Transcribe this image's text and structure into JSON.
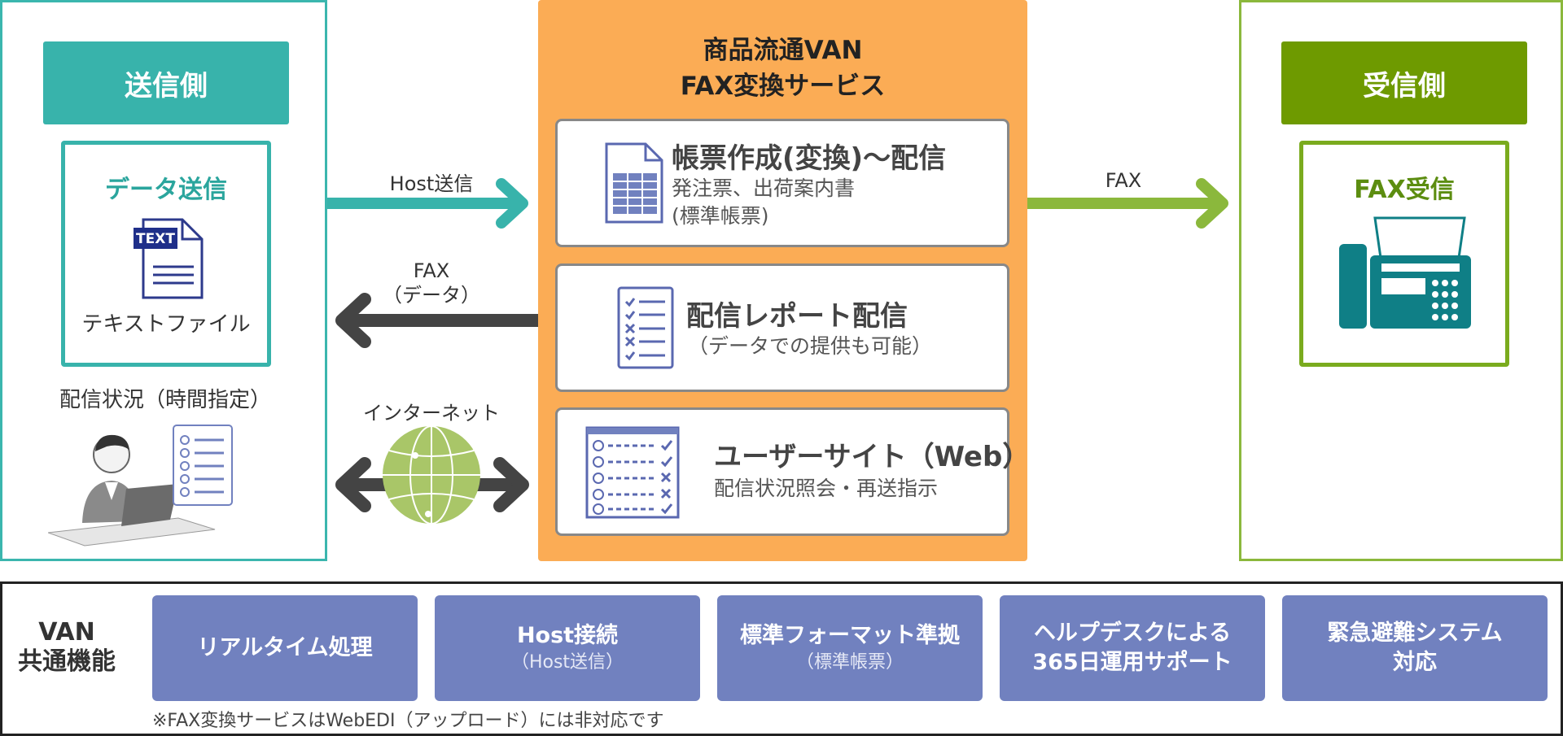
{
  "sender": {
    "title": "送信側",
    "data_send_title": "データ送信",
    "text_badge": "TEXT",
    "text_file_label": "テキストファイル",
    "delivery_status_label": "配信状況（時間指定）"
  },
  "van": {
    "title_line1": "商品流通VAN",
    "title_line2": "FAX変換サービス",
    "services": [
      {
        "title": "帳票作成(変換)〜配信",
        "sub1": "発注票、出荷案内書",
        "sub2": "(標準帳票)"
      },
      {
        "title": "配信レポート配信",
        "sub1": "（データでの提供も可能）"
      },
      {
        "title": "ユーザーサイト（Web）",
        "sub1": "配信状況照会・再送指示"
      }
    ]
  },
  "arrows": {
    "host_send": "Host送信",
    "fax_data_line1": "FAX",
    "fax_data_line2": "（データ）",
    "internet": "インターネット",
    "fax_out": "FAX"
  },
  "receiver": {
    "title": "受信側",
    "fax_recv_title": "FAX受信"
  },
  "common": {
    "label_line1": "VAN",
    "label_line2": "共通機能",
    "features": [
      {
        "main": "リアルタイム処理",
        "sub": ""
      },
      {
        "main": "Host接続",
        "sub": "（Host送信）"
      },
      {
        "main": "標準フォーマット準拠",
        "sub": "（標準帳票）"
      },
      {
        "main": "ヘルプデスクによる",
        "main2": "365日運用サポート"
      },
      {
        "main": "緊急避難システム",
        "main2": "対応"
      }
    ],
    "footnote": "※FAX変換サービスはWebEDI（アップロード）には非対応です"
  },
  "colors": {
    "sender_accent": "#38b3ab",
    "van_orange": "#fbac55",
    "receiver_accent": "#6e9a00",
    "feature_purple": "#7181bf",
    "arrow_dark": "#444444"
  }
}
